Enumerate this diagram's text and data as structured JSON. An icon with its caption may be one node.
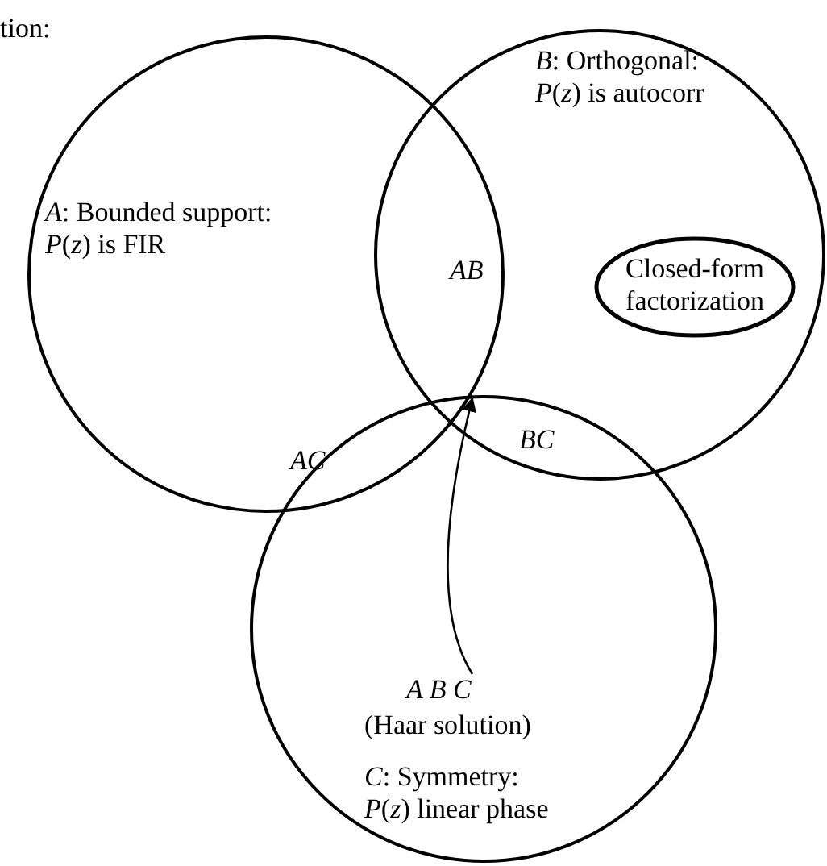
{
  "diagram": {
    "nodes": [
      {
        "text": [
          "*A*: Bounded support:",
          "*P*(*z*) is FIR"
        ]
      },
      {
        "text": [
          "*B*: Orthogonal:",
          "*P*(*z*) is autocorr"
        ]
      },
      {
        "text": [
          "*C*: Symmetry:",
          "*P*(*z*) linear phase"
        ]
      },
      {
        "text": [
          "Closed-form factorization"
        ],
        "in": 1
      },
      {
        "text": [
          "*A B C*",
          "(Haar solution)"
        ],
        "in": 2
      }
    ],
    "edges": [
      {
        "from": 4,
        "to": 2,
        "arrow": "to"
      }
    ],
    "labels": [
      "tion:",
      "*AB*",
      "*AC*",
      "*BC*"
    ]
  }
}
